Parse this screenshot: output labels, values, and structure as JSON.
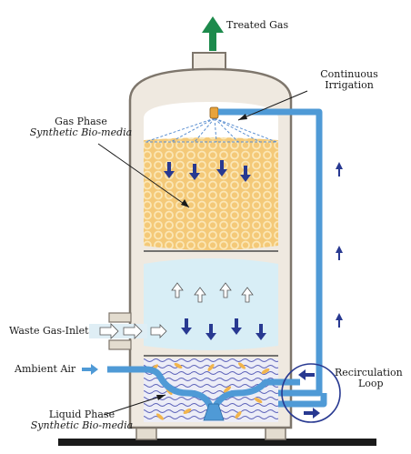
{
  "labels": {
    "treated_gas": "Treated Gas",
    "irrigation_line1": "Continuous",
    "irrigation_line2": "Irrigation",
    "gas_phase_line1": "Gas Phase",
    "gas_phase_line2": "Synthetic Bio-media",
    "waste_gas_inlet": "Waste Gas-Inlet",
    "ambient_air": "Ambient Air",
    "recirculation_line1": "Recirculation",
    "recirculation_line2": "Loop",
    "liquid_phase_line1": "Liquid Phase",
    "liquid_phase_line2": "Synthetic Bio-media"
  },
  "colors": {
    "vessel_shell": "#efe9e0",
    "vessel_outline": "#7e766c",
    "media_bed": "#f4c978",
    "media_ring": "#fbe7b6",
    "gas_zone": "#d8eef6",
    "liquid_zone": "#e6e8f5",
    "pipe_blue": "#4f9ad6",
    "arrow_navy": "#283991",
    "treated_arrow": "#1d8a4c",
    "nozzle": "#e8a33b",
    "ground": "#1a1a1a"
  }
}
